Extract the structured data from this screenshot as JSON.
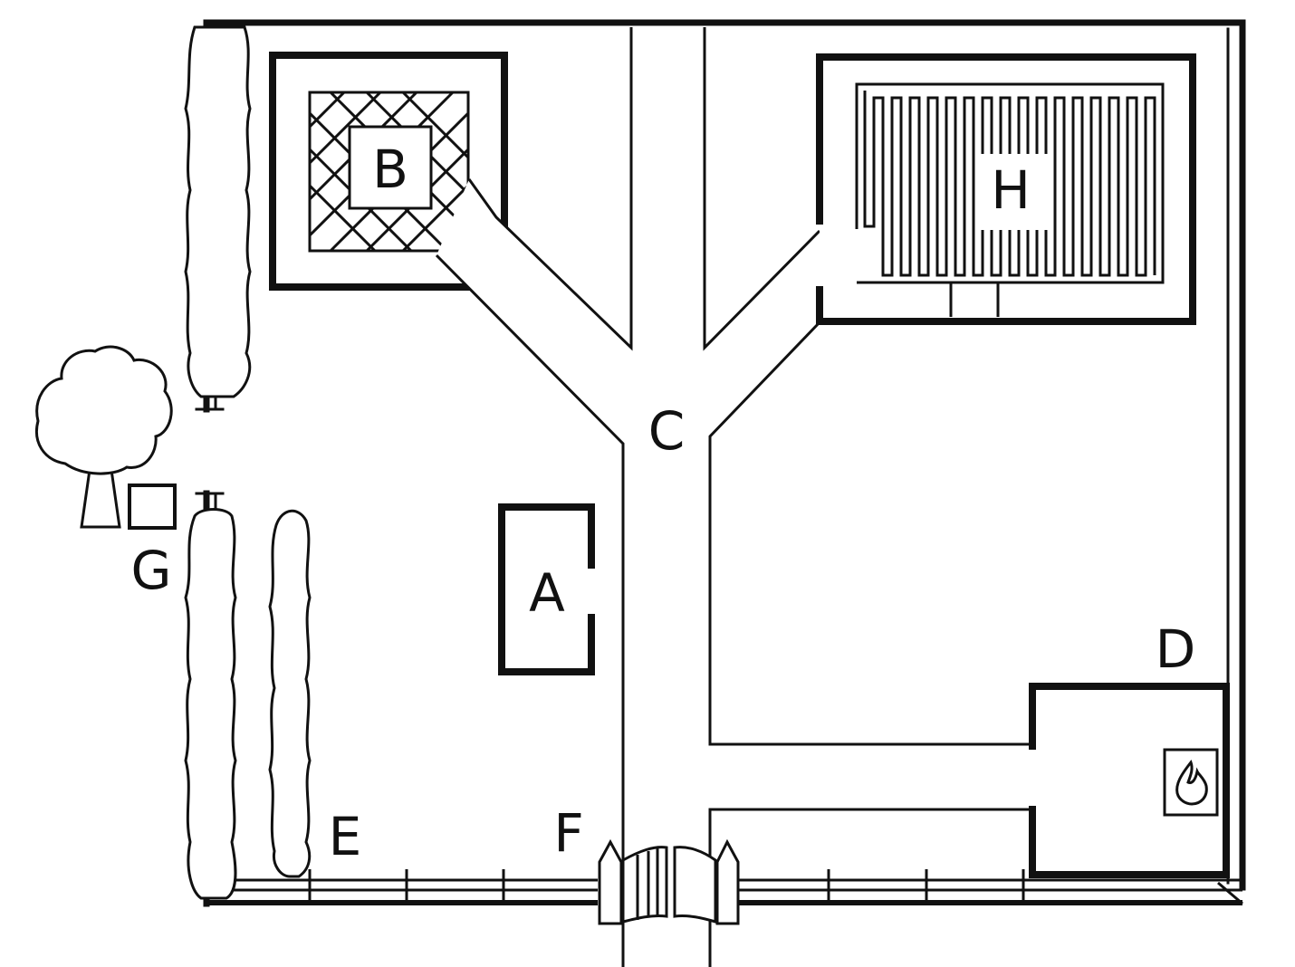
{
  "labels": {
    "a": "A",
    "b": "B",
    "c": "C",
    "d": "D",
    "e": "E",
    "f": "F",
    "g": "G",
    "h": "H"
  },
  "icons": {
    "fire": "fire-icon",
    "tree": "tree-icon",
    "gate": "gate-icon"
  },
  "colors": {
    "line": "#111111",
    "background": "#ffffff"
  }
}
